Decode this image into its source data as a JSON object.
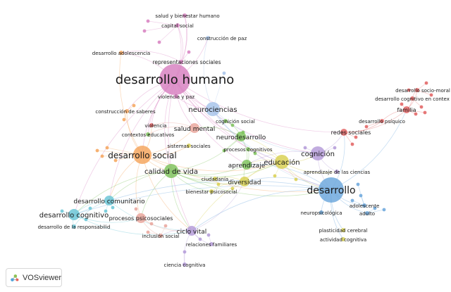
{
  "brand": {
    "name": "VOSviewer"
  },
  "colors": {
    "pink": "#d77fc0",
    "orange": "#f4a45a",
    "green": "#7cc25a",
    "yellow": "#d8cf4f",
    "blue": "#6aa6dc",
    "red": "#e26060",
    "purple": "#b39ad8",
    "cyan": "#68c5d6",
    "lightblue": "#a6c3ea",
    "salmon": "#e9a59b",
    "grey": "#b8b8b8"
  },
  "nodes": [
    {
      "id": "dh",
      "label": "desarrollo humano",
      "color": "pink",
      "size": 22,
      "font": 18
    },
    {
      "id": "bien",
      "label": "salud y bienestar humano",
      "color": "pink",
      "size": 3,
      "font": 7
    },
    {
      "id": "capsoc",
      "label": "capital social",
      "color": "pink",
      "size": 3,
      "font": 7
    },
    {
      "id": "paz",
      "label": "construcción de paz",
      "color": "lightblue",
      "size": 3,
      "font": 7
    },
    {
      "id": "adol",
      "label": "desarrollo adolescencia",
      "color": "orange",
      "size": 3,
      "font": 7
    },
    {
      "id": "repr",
      "label": "representaciones sociales",
      "color": "pink",
      "size": 3,
      "font": 7.5
    },
    {
      "id": "vpaz",
      "label": "violencia y paz",
      "color": "pink",
      "size": 3,
      "font": 7
    },
    {
      "id": "neuroc",
      "label": "neurociencias",
      "color": "lightblue",
      "size": 10,
      "font": 10
    },
    {
      "id": "saberes",
      "label": "construcción de saberes",
      "color": "orange",
      "size": 3,
      "font": 7
    },
    {
      "id": "violencia",
      "label": "violencia",
      "color": "red",
      "size": 3,
      "font": 7
    },
    {
      "id": "salm",
      "label": "salud mental",
      "color": "salmon",
      "size": 7,
      "font": 9
    },
    {
      "id": "ctxedu",
      "label": "contextos educativos",
      "color": "green",
      "size": 3,
      "font": 7
    },
    {
      "id": "cogsoc",
      "label": "cognición social",
      "color": "green",
      "size": 3,
      "font": 7
    },
    {
      "id": "neurod",
      "label": "neurodesarrollo",
      "color": "green",
      "size": 7,
      "font": 9
    },
    {
      "id": "sissoc",
      "label": "sistemas sociales",
      "color": "yellow",
      "size": 3,
      "font": 7
    },
    {
      "id": "ds",
      "label": "desarrollo social",
      "color": "orange",
      "size": 13,
      "font": 12
    },
    {
      "id": "procog",
      "label": "procesos cognitivos",
      "color": "green",
      "size": 3,
      "font": 7
    },
    {
      "id": "cognicion",
      "label": "cognición",
      "color": "purple",
      "size": 10,
      "font": 10
    },
    {
      "id": "aprend",
      "label": "aprendizaje",
      "color": "green",
      "size": 7,
      "font": 9
    },
    {
      "id": "educ",
      "label": "educación",
      "color": "yellow",
      "size": 10,
      "font": 10
    },
    {
      "id": "cv",
      "label": "calidad de vida",
      "color": "green",
      "size": 10,
      "font": 10
    },
    {
      "id": "ciencias",
      "label": "aprendizaje de las ciencias",
      "color": "purple",
      "size": 3,
      "font": 7
    },
    {
      "id": "ciud",
      "label": "ciudadanía",
      "color": "yellow",
      "size": 3,
      "font": 7
    },
    {
      "id": "divers",
      "label": "diversidad",
      "color": "yellow",
      "size": 7,
      "font": 9
    },
    {
      "id": "biens",
      "label": "bienestar psicosocial",
      "color": "yellow",
      "size": 3,
      "font": 7
    },
    {
      "id": "desarrollo",
      "label": "desarrollo",
      "color": "blue",
      "size": 18,
      "font": 14
    },
    {
      "id": "redes",
      "label": "redes sociales",
      "color": "red",
      "size": 5,
      "font": 8
    },
    {
      "id": "moral",
      "label": "desarrollo socio-moral",
      "color": "red",
      "size": 3,
      "font": 7
    },
    {
      "id": "ctxcog",
      "label": "desarrollo cognitivo en contex",
      "color": "red",
      "size": 3,
      "font": 7
    },
    {
      "id": "familia",
      "label": "familia",
      "color": "red",
      "size": 5,
      "font": 8
    },
    {
      "id": "psiquico",
      "label": "desarrollo psíquico",
      "color": "red",
      "size": 3,
      "font": 7
    },
    {
      "id": "dc",
      "label": "desarrollo comunitario",
      "color": "cyan",
      "size": 7,
      "font": 9
    },
    {
      "id": "dcog",
      "label": "desarrollo cognitivo",
      "color": "cyan",
      "size": 8,
      "font": 10
    },
    {
      "id": "resp",
      "label": "desarrollo de la responsabilid",
      "color": "cyan",
      "size": 3,
      "font": 7
    },
    {
      "id": "pps",
      "label": "procesos psicosociales",
      "color": "salmon",
      "size": 7,
      "font": 8
    },
    {
      "id": "incl",
      "label": "inclusión social",
      "color": "salmon",
      "size": 3,
      "font": 7
    },
    {
      "id": "cvital",
      "label": "ciclo vital",
      "color": "purple",
      "size": 7,
      "font": 9
    },
    {
      "id": "relfam",
      "label": "relaciones familiares",
      "color": "purple",
      "size": 3,
      "font": 7
    },
    {
      "id": "ccog",
      "label": "ciencia cognitiva",
      "color": "purple",
      "size": 3,
      "font": 7
    },
    {
      "id": "neuropsi",
      "label": "neuropsicológica",
      "color": "blue",
      "size": 3,
      "font": 7
    },
    {
      "id": "adolesc",
      "label": "adolescente",
      "color": "blue",
      "size": 3,
      "font": 7
    },
    {
      "id": "adulto",
      "label": "adulto",
      "color": "blue",
      "size": 3,
      "font": 7
    },
    {
      "id": "plast",
      "label": "plasticidad cerebral",
      "color": "yellow",
      "size": 3,
      "font": 7
    },
    {
      "id": "actcog",
      "label": "actividad cognitiva",
      "color": "yellow",
      "size": 3,
      "font": 7
    }
  ],
  "edges": [
    [
      "dh",
      "neuroc"
    ],
    [
      "dh",
      "salm"
    ],
    [
      "dh",
      "ds"
    ],
    [
      "dh",
      "cv"
    ],
    [
      "dh",
      "desarrollo"
    ],
    [
      "dh",
      "repr"
    ],
    [
      "dh",
      "capsoc"
    ],
    [
      "dh",
      "bien"
    ],
    [
      "dh",
      "paz"
    ],
    [
      "dh",
      "adol"
    ],
    [
      "dh",
      "saberes"
    ],
    [
      "dh",
      "educ"
    ],
    [
      "dh",
      "cognicion"
    ],
    [
      "dh",
      "dc"
    ],
    [
      "dh",
      "cvital"
    ],
    [
      "dh",
      "violencia"
    ],
    [
      "dh",
      "ctxedu"
    ],
    [
      "dh",
      "redes"
    ],
    [
      "dh",
      "vpaz"
    ],
    [
      "dh",
      "aprend"
    ],
    [
      "dh",
      "dcog"
    ],
    [
      "dh",
      "neurod"
    ],
    [
      "neuroc",
      "neurod"
    ],
    [
      "neuroc",
      "cogsoc"
    ],
    [
      "neuroc",
      "desarrollo"
    ],
    [
      "neuroc",
      "cognicion"
    ],
    [
      "neuroc",
      "educ"
    ],
    [
      "ds",
      "cv"
    ],
    [
      "ds",
      "salm"
    ],
    [
      "ds",
      "dc"
    ],
    [
      "ds",
      "educ"
    ],
    [
      "ds",
      "desarrollo"
    ],
    [
      "ds",
      "cvital"
    ],
    [
      "ds",
      "pps"
    ],
    [
      "ds",
      "violencia"
    ],
    [
      "ds",
      "sissoc"
    ],
    [
      "cv",
      "educ"
    ],
    [
      "cv",
      "aprend"
    ],
    [
      "cv",
      "divers"
    ],
    [
      "cv",
      "desarrollo"
    ],
    [
      "cv",
      "cvital"
    ],
    [
      "cv",
      "pps"
    ],
    [
      "cv",
      "biens"
    ],
    [
      "cv",
      "ciud"
    ],
    [
      "cv",
      "dcog"
    ],
    [
      "cv",
      "dc"
    ],
    [
      "cv",
      "neurod"
    ],
    [
      "educ",
      "aprend"
    ],
    [
      "educ",
      "cognicion"
    ],
    [
      "educ",
      "desarrollo"
    ],
    [
      "educ",
      "divers"
    ],
    [
      "educ",
      "procog"
    ],
    [
      "educ",
      "ciencias"
    ],
    [
      "educ",
      "cvital"
    ],
    [
      "educ",
      "neurod"
    ],
    [
      "cognicion",
      "desarrollo"
    ],
    [
      "cognicion",
      "redes"
    ],
    [
      "cognicion",
      "ciencias"
    ],
    [
      "cognicion",
      "aprend"
    ],
    [
      "desarrollo",
      "redes"
    ],
    [
      "desarrollo",
      "familia"
    ],
    [
      "desarrollo",
      "neuropsi"
    ],
    [
      "desarrollo",
      "adolesc"
    ],
    [
      "desarrollo",
      "adulto"
    ],
    [
      "desarrollo",
      "plast"
    ],
    [
      "desarrollo",
      "actcog"
    ],
    [
      "desarrollo",
      "divers"
    ],
    [
      "desarrollo",
      "cvital"
    ],
    [
      "desarrollo",
      "dc"
    ],
    [
      "desarrollo",
      "dcog"
    ],
    [
      "desarrollo",
      "aprend"
    ],
    [
      "redes",
      "familia"
    ],
    [
      "redes",
      "psiquico"
    ],
    [
      "familia",
      "moral"
    ],
    [
      "familia",
      "ctxcog"
    ],
    [
      "familia",
      "psiquico"
    ],
    [
      "moral",
      "ctxcog"
    ],
    [
      "dc",
      "dcog"
    ],
    [
      "dc",
      "resp"
    ],
    [
      "dcog",
      "resp"
    ],
    [
      "dc",
      "cvital"
    ],
    [
      "dcog",
      "cvital"
    ],
    [
      "dcog",
      "pps"
    ],
    [
      "pps",
      "cvital"
    ],
    [
      "pps",
      "incl"
    ],
    [
      "cvital",
      "relfam"
    ],
    [
      "cvital",
      "ccog"
    ],
    [
      "cvital",
      "divers"
    ],
    [
      "cvital",
      "incl"
    ],
    [
      "aprend",
      "divers"
    ],
    [
      "aprend",
      "neurod"
    ],
    [
      "aprend",
      "procog"
    ],
    [
      "divers",
      "ciud"
    ],
    [
      "divers",
      "biens"
    ],
    [
      "neurod",
      "cogsoc"
    ],
    [
      "neurod",
      "salm"
    ],
    [
      "salm",
      "violencia"
    ],
    [
      "salm",
      "ctxedu"
    ],
    [
      "repr",
      "capsoc"
    ],
    [
      "repr",
      "bien"
    ],
    [
      "repr",
      "adol"
    ],
    [
      "saberes",
      "ds"
    ],
    [
      "adol",
      "ds"
    ],
    [
      "paz",
      "neuroc"
    ],
    [
      "vpaz",
      "neuroc"
    ]
  ]
}
